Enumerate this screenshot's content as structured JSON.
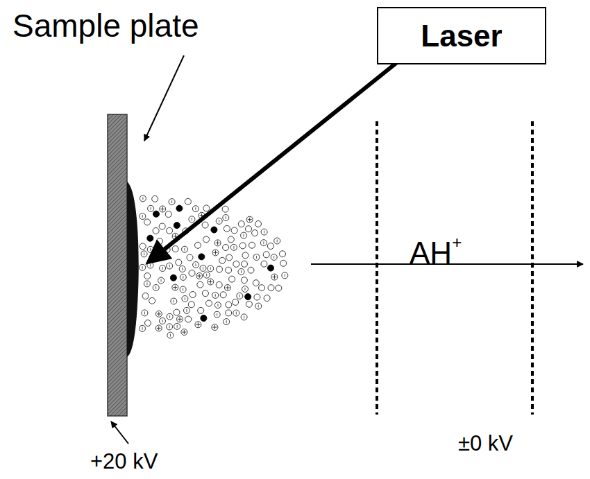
{
  "diagram": {
    "nodes": [
      {
        "text": [
          "Laser"
        ]
      }
    ],
    "labels": [
      "Sample plate",
      "AH+",
      "+20 kV",
      "±0 kV"
    ]
  }
}
